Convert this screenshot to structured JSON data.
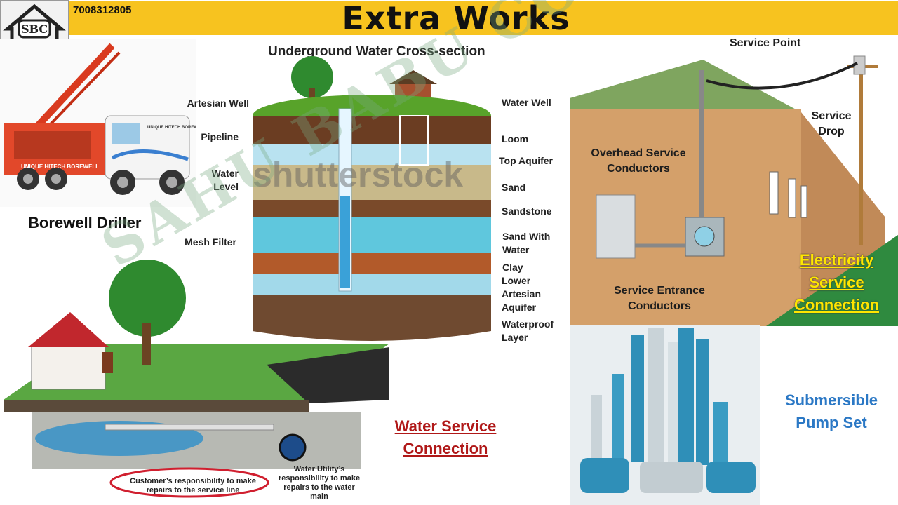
{
  "header": {
    "title": "Extra Works",
    "phone": "7008312805",
    "logo_text": "SBC"
  },
  "borewell": {
    "caption": "Borewell Driller",
    "truck_text": "UNIQUE HITECH BOREWELL"
  },
  "cross_section": {
    "title": "Underground Water Cross-section",
    "left_labels": [
      "Artesian Well",
      "Pipeline",
      "Water Level",
      "Mesh Filter"
    ],
    "right_labels": [
      "Water Well",
      "Loom",
      "Top Aquifer",
      "Sand",
      "Sandstone",
      "Sand With Water",
      "Clay",
      "Lower Artesian Aquifer",
      "Waterproof Layer"
    ],
    "watermark": "shutterstock"
  },
  "electric": {
    "service_point": "Service Point",
    "service_drop": "Service Drop",
    "overhead": "Overhead Service Conductors",
    "entrance": "Service Entrance Conductors",
    "caption": "Electricity Service Connection"
  },
  "water": {
    "caption": "Water Service Connection",
    "customer_note": "Customer’s responsibility to make repairs to the service line",
    "utility_note": "Water Utility’s responsibility to make repairs to the water main"
  },
  "pump": {
    "caption": "Submersible Pump Set"
  },
  "watermark": "SAHU BABU CONSTRUCTION",
  "colors": {
    "banner": "#f7c31f",
    "water_link": "#b01818",
    "electric_link": "#ffe600",
    "pump_text": "#2b78c5"
  }
}
